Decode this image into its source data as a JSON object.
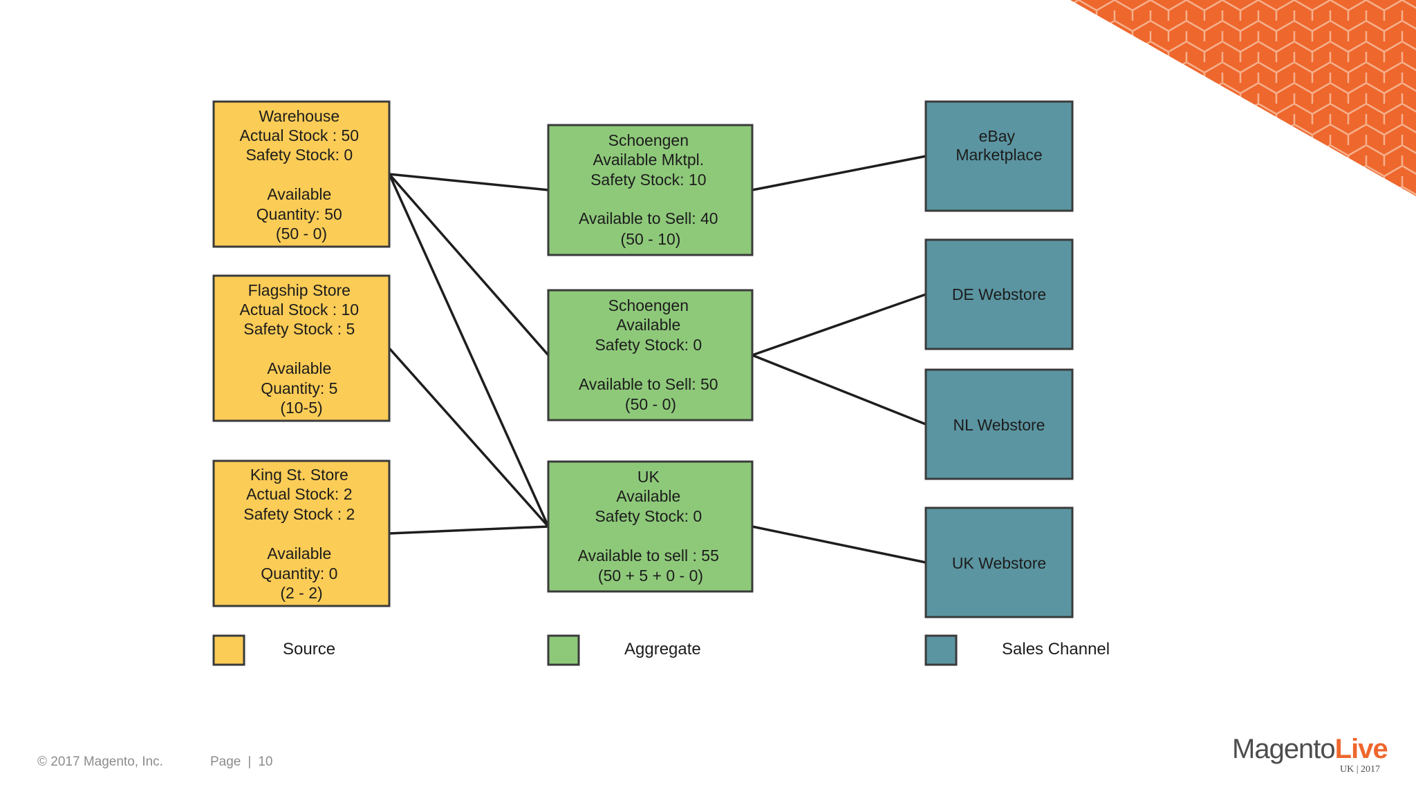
{
  "colors": {
    "source": "#fbcc56",
    "aggregate": "#8ec97a",
    "channel": "#5b95a1",
    "border": "#3a3a3a",
    "edge": "#1e1e1e",
    "accent": "#ee672d"
  },
  "nodes": {
    "warehouse": {
      "lines": [
        "Warehouse",
        "Actual Stock : 50",
        "Safety Stock: 0"
      ],
      "bold": [
        "Available",
        "Quantity: 50",
        "(50 - 0)"
      ]
    },
    "flagship": {
      "lines": [
        "Flagship Store",
        "Actual Stock : 10",
        "Safety Stock : 5"
      ],
      "bold": [
        "Available",
        "Quantity: 5",
        "(10-5)"
      ]
    },
    "kingst": {
      "lines": [
        "King St. Store",
        "Actual Stock: 2",
        "Safety Stock : 2"
      ],
      "bold": [
        "Available",
        "Quantity: 0",
        "(2 - 2)"
      ]
    },
    "mktpl": {
      "lines": [
        "Schoengen",
        "Available Mktpl.",
        "Safety Stock: 10"
      ],
      "bold": [
        "Available to Sell: 40"
      ],
      "after": [
        "(50 - 10)"
      ]
    },
    "available": {
      "lines": [
        "Schoengen",
        "Available",
        "Safety Stock: 0"
      ],
      "bold": [
        "Available to Sell: 50",
        "(50 - 0)"
      ]
    },
    "uk": {
      "lines": [
        "UK",
        "Available",
        "Safety Stock: 0"
      ],
      "bold": [
        "Available to sell : 55"
      ],
      "after": [
        "(50 + 5  + 0 - 0)"
      ]
    },
    "ebay": {
      "lines": [
        "eBay",
        "Marketplace"
      ]
    },
    "de": {
      "lines": [
        "DE Webstore"
      ]
    },
    "nl": {
      "lines": [
        "NL Webstore"
      ]
    },
    "ukweb": {
      "lines": [
        "UK Webstore"
      ]
    }
  },
  "edges": [
    {
      "from": "warehouse",
      "to": "mktpl"
    },
    {
      "from": "warehouse",
      "to": "available"
    },
    {
      "from": "warehouse",
      "to": "uk"
    },
    {
      "from": "flagship",
      "to": "uk"
    },
    {
      "from": "kingst",
      "to": "uk"
    },
    {
      "from": "mktpl",
      "to": "ebay"
    },
    {
      "from": "available",
      "to": "de"
    },
    {
      "from": "available",
      "to": "nl"
    },
    {
      "from": "uk",
      "to": "ukweb"
    }
  ],
  "legend": {
    "source": "Source",
    "aggregate": "Aggregate",
    "channel": "Sales Channel"
  },
  "footer": {
    "copyright": "© 2017 Magento, Inc.",
    "page_label": "Page",
    "page_separator": "|",
    "page_number": "10"
  },
  "brand": {
    "part1": "Magento",
    "part2": "Live",
    "edition": "UK | 2017"
  }
}
